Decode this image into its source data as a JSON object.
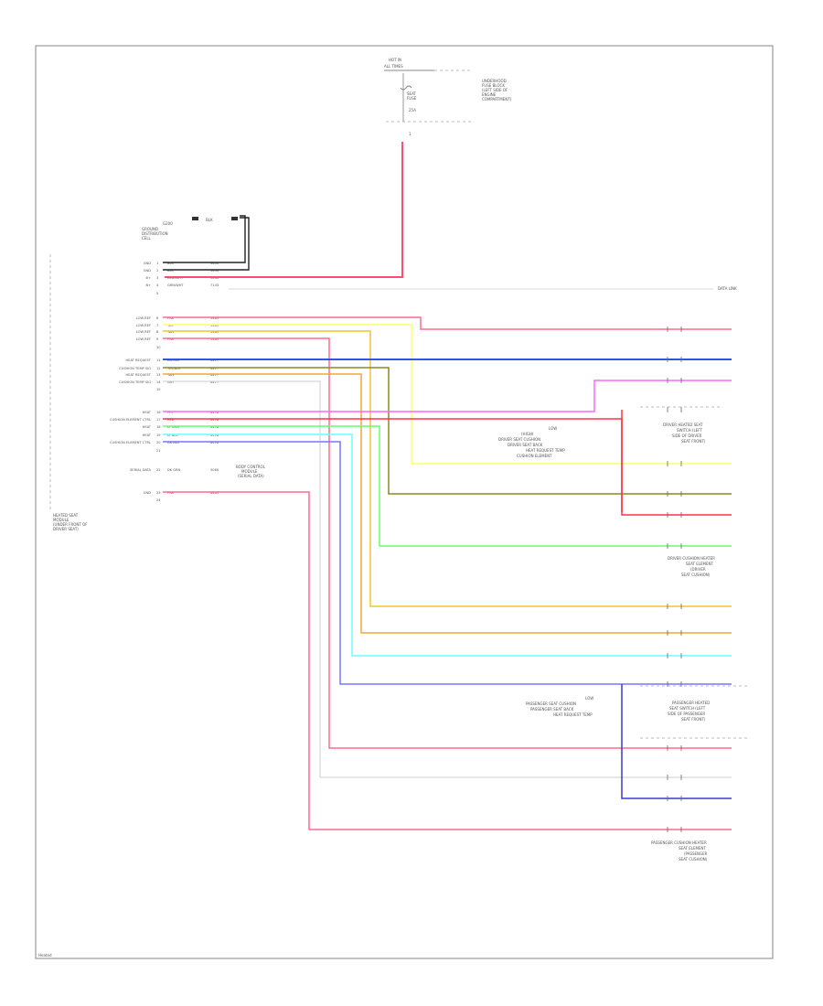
{
  "header": {
    "line1": "HOT IN",
    "line2": "ALL TIMES",
    "fuse_block": "UNDERHOOD\nFUSE BLOCK\n(LEFT SIDE OF\nENGINE\nCOMPARTMENT)",
    "fuse_label": "SEAT\nFUSE",
    "fuse_rating": "25A"
  },
  "ground": {
    "label": "G200",
    "sub": "GROUND\nDISTRIBUTION\nCELL"
  },
  "module": {
    "name": "HEATED SEAT\nMODULE\n(UNDER FRONT OF\nDRIVER SEAT)"
  },
  "pins": [
    {
      "label": "GND",
      "num": "1",
      "color": "BLK",
      "circuit": "1650"
    },
    {
      "label": "GND",
      "num": "2",
      "color": "BLK",
      "circuit": "1650"
    },
    {
      "label": "B+",
      "num": "3",
      "color": "RED/WHT",
      "circuit": "5240"
    },
    {
      "label": "B+",
      "num": "4",
      "color": "GRN/WHT",
      "circuit": "7143"
    },
    {
      "label": "",
      "num": "5",
      "color": "",
      "circuit": ""
    },
    {
      "label": "LOW REF",
      "num": "6",
      "color": "PNK",
      "circuit": "5489"
    },
    {
      "label": "LOW REF",
      "num": "7",
      "color": "YEL",
      "circuit": "5489"
    },
    {
      "label": "LOW REF",
      "num": "8",
      "color": "TAN",
      "circuit": "5489"
    },
    {
      "label": "LOW REF",
      "num": "9",
      "color": "PNK",
      "circuit": "5489"
    },
    {
      "label": "",
      "num": "10",
      "color": "",
      "circuit": ""
    },
    {
      "label": "HEAT REQUEST",
      "num": "11",
      "color": "DK BLU",
      "circuit": "6477"
    },
    {
      "label": "CUSHION TEMP SIG",
      "num": "12",
      "color": "YEL/BLK",
      "circuit": "6477"
    },
    {
      "label": "HEAT REQUEST",
      "num": "13",
      "color": "TAN",
      "circuit": "6477"
    },
    {
      "label": "CUSHION TEMP SIG",
      "num": "14",
      "color": "GRY",
      "circuit": "6477"
    },
    {
      "label": "",
      "num": "15",
      "color": "",
      "circuit": ""
    },
    {
      "label": "HEAT",
      "num": "16",
      "color": "PPL",
      "circuit": "6478"
    },
    {
      "label": "CUSHION ELEMENT CTRL",
      "num": "17",
      "color": "RED",
      "circuit": "6478"
    },
    {
      "label": "HEAT",
      "num": "18",
      "color": "LT GRN",
      "circuit": "6478"
    },
    {
      "label": "HEAT",
      "num": "19",
      "color": "LT BLU",
      "circuit": "6478"
    },
    {
      "label": "CUSHION ELEMENT CTRL",
      "num": "20",
      "color": "DK BLU",
      "circuit": "6478"
    },
    {
      "label": "",
      "num": "21",
      "color": "",
      "circuit": ""
    },
    {
      "label": "SERIAL DATA",
      "num": "22",
      "color": "DK GRN",
      "circuit": "5060"
    },
    {
      "label": "GND",
      "num": "23",
      "color": "PNK",
      "circuit": "6465"
    },
    {
      "label": "",
      "num": "24",
      "color": "",
      "circuit": ""
    }
  ],
  "serial_note": "BODY CONTROL\nMODULE\n(SERIAL DATA)",
  "driver_box": {
    "title": "DRIVER HEATED SEAT\nSWITCH",
    "lines": [
      "(LOW)",
      "(HIGH)",
      "(DRIVER SEAT CUSHION)",
      "(DRIVER SEAT BACK)",
      "(HEAT REQUEST TEMP)",
      "(CUSHION ELEMENT)"
    ],
    "right_label": "DRIVER HEATED SEAT\nSWITCH (LEFT\nSIDE OF DRIVER\nSEAT FRONT)"
  },
  "driver_cushion_label": "DRIVER CUSHION HEATER\nSEAT ELEMENT\n(DRIVER\nSEAT CUSHION)",
  "passenger_box": {
    "lines": [
      "(LOW)",
      "(PASSENGER SEAT CUSHION)",
      "(PASSENGER SEAT BACK)",
      "(HEAT REQUEST TEMP)"
    ],
    "right_label": "PASSENGER HEATED\nSEAT SWITCH (LEFT\nSIDE OF PASSENGER\nSEAT FRONT)"
  },
  "passenger_cushion_label": "PASSENGER CUSHION HEATER\nSEAT ELEMENT\n(PASSENGER\nSEAT CUSHION)",
  "page_ref": "DATA LINK",
  "footer": "Heated"
}
